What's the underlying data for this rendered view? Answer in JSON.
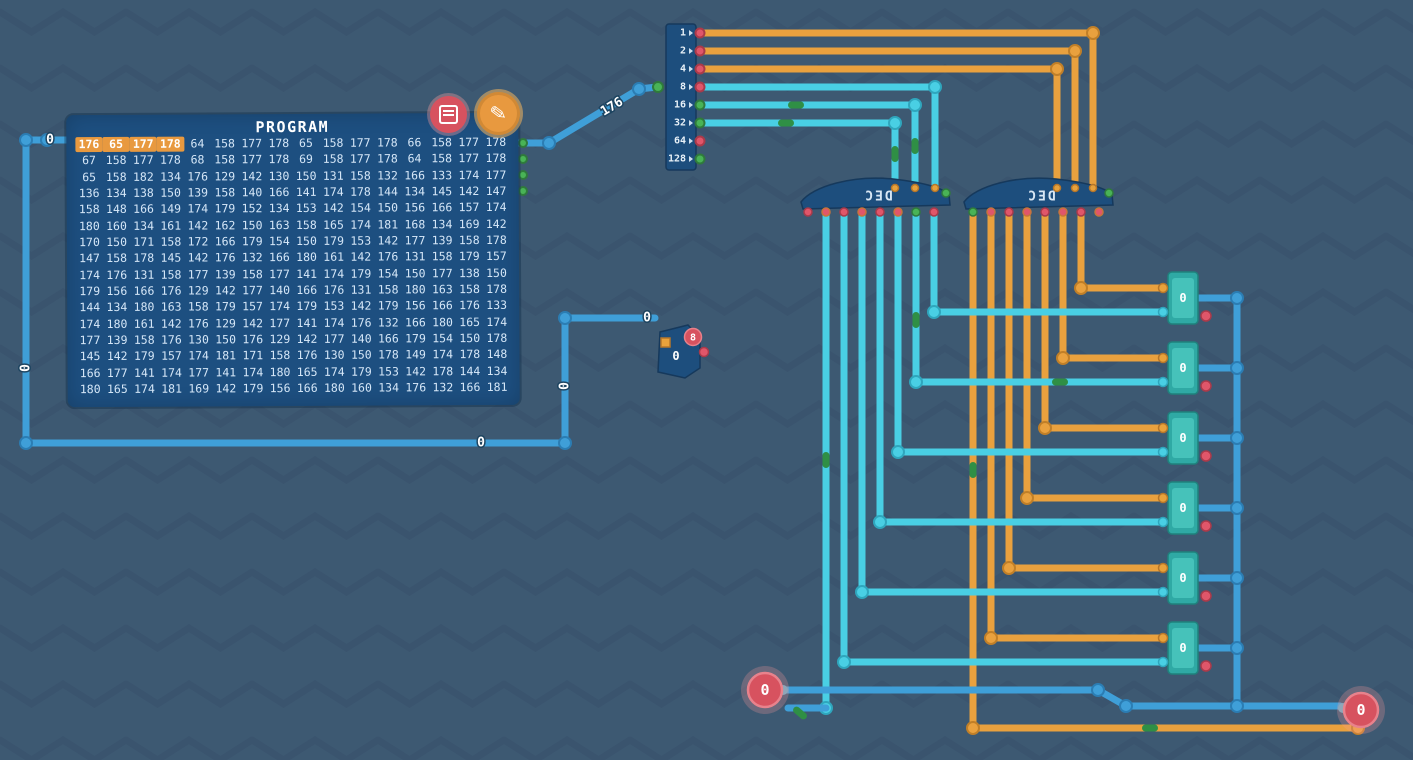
{
  "program": {
    "title": "PROGRAM",
    "highlight_count": 4,
    "rows": [
      [
        176,
        65,
        177,
        178,
        64,
        158,
        177,
        178,
        65,
        158,
        177,
        178,
        66,
        158,
        177,
        178
      ],
      [
        67,
        158,
        177,
        178,
        68,
        158,
        177,
        178,
        69,
        158,
        177,
        178,
        64,
        158,
        177,
        178
      ],
      [
        65,
        158,
        182,
        134,
        176,
        129,
        142,
        130,
        150,
        131,
        158,
        132,
        166,
        133,
        174,
        177
      ],
      [
        136,
        134,
        138,
        150,
        139,
        158,
        140,
        166,
        141,
        174,
        178,
        144,
        134,
        145,
        142,
        147
      ],
      [
        158,
        148,
        166,
        149,
        174,
        179,
        152,
        134,
        153,
        142,
        154,
        150,
        156,
        166,
        157,
        174
      ],
      [
        180,
        160,
        134,
        161,
        142,
        162,
        150,
        163,
        158,
        165,
        174,
        181,
        168,
        134,
        169,
        142
      ],
      [
        170,
        150,
        171,
        158,
        172,
        166,
        179,
        154,
        150,
        179,
        153,
        142,
        177,
        139,
        158,
        178
      ],
      [
        147,
        158,
        178,
        145,
        142,
        176,
        132,
        166,
        180,
        161,
        142,
        176,
        131,
        158,
        179,
        157
      ],
      [
        174,
        176,
        131,
        158,
        177,
        139,
        158,
        177,
        141,
        174,
        179,
        154,
        150,
        177,
        138,
        150
      ],
      [
        179,
        156,
        166,
        176,
        129,
        142,
        177,
        140,
        166,
        176,
        131,
        158,
        180,
        163,
        158,
        178
      ],
      [
        144,
        134,
        180,
        163,
        158,
        179,
        157,
        174,
        179,
        153,
        142,
        179,
        156,
        166,
        176,
        133
      ],
      [
        174,
        180,
        161,
        142,
        176,
        129,
        142,
        177,
        141,
        174,
        176,
        132,
        166,
        180,
        165,
        174
      ],
      [
        177,
        139,
        158,
        176,
        130,
        150,
        176,
        129,
        142,
        177,
        140,
        166,
        179,
        154,
        150,
        178
      ],
      [
        145,
        142,
        179,
        157,
        174,
        181,
        171,
        158,
        176,
        130,
        150,
        178,
        149,
        174,
        178,
        148
      ],
      [
        166,
        177,
        141,
        174,
        177,
        141,
        174,
        180,
        165,
        174,
        179,
        153,
        142,
        178,
        144,
        134
      ],
      [
        180,
        165,
        174,
        181,
        169,
        142,
        179,
        156,
        166,
        180,
        160,
        134,
        176,
        132,
        166,
        181
      ]
    ]
  },
  "splitter": {
    "bits": [
      "1",
      "2",
      "4",
      "8",
      "16",
      "32",
      "64",
      "128"
    ]
  },
  "decoders": [
    {
      "label": "DEC"
    },
    {
      "label": "DEC"
    }
  ],
  "registers": {
    "values": [
      "0",
      "0",
      "0",
      "0",
      "0",
      "0"
    ]
  },
  "counter": {
    "value": "0",
    "badge": "8"
  },
  "levers": {
    "left": {
      "value": "0"
    },
    "right": {
      "value": "0"
    }
  },
  "wire_labels": {
    "program_left": "0",
    "left_bus": "0",
    "bottom_bus": "0",
    "riser": "0",
    "counter_in": "0",
    "program_out": "176"
  },
  "icons": {
    "edit": "✎"
  },
  "colors": {
    "background": "#3d5972",
    "zigzag": "#36506b",
    "panel_blue": "#1d4e7d",
    "wire_blue": "#3f9fd8",
    "wire_cyan": "#49cfe4",
    "wire_orange": "#e9a13e",
    "pin_red": "#e0566a",
    "pin_green": "#49b356",
    "pin_orange": "#e8a23c",
    "signal_green": "#2f8f45",
    "register_teal": "#2fa9a4",
    "lever_red": "#d7525f",
    "highlight_orange": "#e8993f"
  }
}
